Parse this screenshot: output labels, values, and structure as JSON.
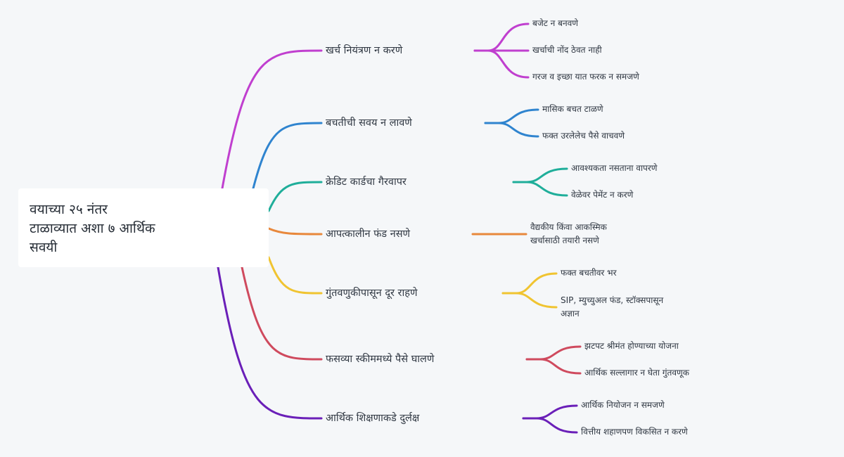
{
  "root": {
    "lines": [
      "वयाच्या २५ नंतर",
      "टाळाव्यात अशा ७ आर्थिक",
      "सवयी"
    ]
  },
  "colors": {
    "background": "#f5f7f9",
    "root_box": "#ffffff",
    "text": "#333c48"
  },
  "branches": [
    {
      "label": "खर्च नियंत्रण न करणे",
      "color": "#c03fcf",
      "children": [
        {
          "lines": [
            "बजेट न बनवणे"
          ]
        },
        {
          "lines": [
            "खर्चाची नोंद ठेवत नाही"
          ]
        },
        {
          "lines": [
            "गरज व इच्छा यात फरक न समजणे"
          ]
        }
      ]
    },
    {
      "label": "बचतीची सवय न लावणे",
      "color": "#2f84cf",
      "children": [
        {
          "lines": [
            "मासिक बचत टाळणे"
          ]
        },
        {
          "lines": [
            "फक्त उरलेलेच पैसे वाचवणे"
          ]
        }
      ]
    },
    {
      "label": "क्रेडिट कार्डचा गैरवापर",
      "color": "#1fae9a",
      "children": [
        {
          "lines": [
            "आवश्यकता नसताना वापरणे"
          ]
        },
        {
          "lines": [
            "वेळेवर पेमेंट न करणे"
          ]
        }
      ]
    },
    {
      "label": "आपत्कालीन फंड नसणे",
      "color": "#e8883c",
      "children": [
        {
          "lines": [
            "वैद्यकीय किंवा आकस्मिक",
            "खर्चासाठी तयारी नसणे"
          ]
        }
      ]
    },
    {
      "label": "गुंतवणुकीपासून दूर राहणे",
      "color": "#f0c431",
      "children": [
        {
          "lines": [
            "फक्त बचतीवर भर"
          ]
        },
        {
          "lines": [
            "SIP, म्युच्युअल फंड, स्टॉक्सपासून",
            "अज्ञान"
          ]
        }
      ]
    },
    {
      "label": "फसव्या स्कीममध्ये पैसे घालणे",
      "color": "#cf4a5e",
      "children": [
        {
          "lines": [
            "झटपट श्रीमंत होण्याच्या योजना"
          ]
        },
        {
          "lines": [
            "आर्थिक सल्लागार न घेता गुंतवणूक"
          ]
        }
      ]
    },
    {
      "label": "आर्थिक शिक्षणाकडे दुर्लक्ष",
      "color": "#6a1fb8",
      "children": [
        {
          "lines": [
            "आर्थिक नियोजन न समजणे"
          ]
        },
        {
          "lines": [
            "वित्तीय शहाणपण विकसित न करणे"
          ]
        }
      ]
    }
  ]
}
